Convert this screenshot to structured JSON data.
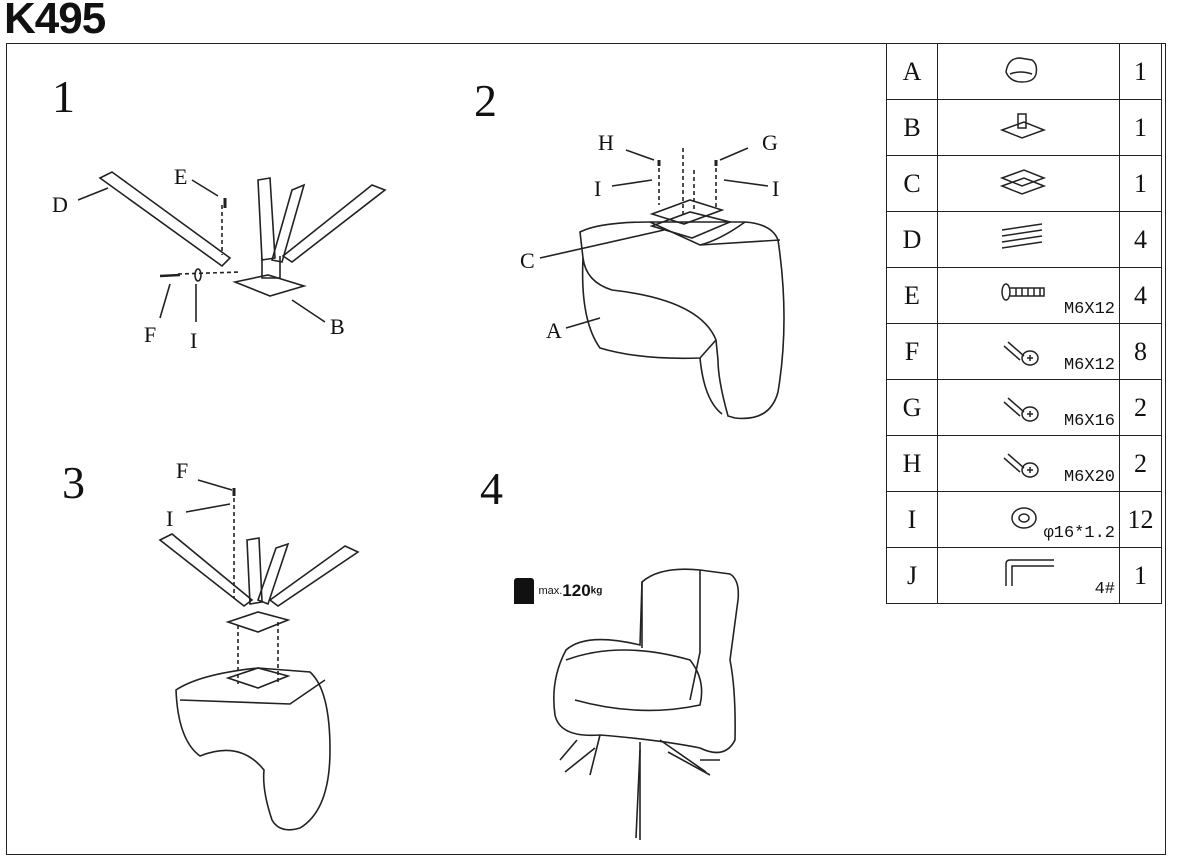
{
  "header": {
    "model": "K495"
  },
  "steps": [
    "1",
    "2",
    "3",
    "4"
  ],
  "labels": {
    "step1": {
      "D": "D",
      "E": "E",
      "F": "F",
      "I": "I",
      "B": "B"
    },
    "step2": {
      "H": "H",
      "G": "G",
      "I1": "I",
      "I2": "I",
      "C": "C",
      "A": "A"
    },
    "step3": {
      "F": "F",
      "I": "I"
    }
  },
  "weight": {
    "prefix": "max.",
    "value": "120",
    "unit": "kg"
  },
  "parts": [
    {
      "letter": "A",
      "icon": "chair-seat-icon",
      "spec": "",
      "qty": "1"
    },
    {
      "letter": "B",
      "icon": "base-plate-icon",
      "spec": "",
      "qty": "1"
    },
    {
      "letter": "C",
      "icon": "mount-plate-icon",
      "spec": "",
      "qty": "1"
    },
    {
      "letter": "D",
      "icon": "legs-icon",
      "spec": "",
      "qty": "4"
    },
    {
      "letter": "E",
      "icon": "long-bolt-icon",
      "spec": "M6X12",
      "qty": "4"
    },
    {
      "letter": "F",
      "icon": "bolt-icon",
      "spec": "M6X12",
      "qty": "8"
    },
    {
      "letter": "G",
      "icon": "bolt-icon",
      "spec": "M6X16",
      "qty": "2"
    },
    {
      "letter": "H",
      "icon": "bolt-icon",
      "spec": "M6X20",
      "qty": "2"
    },
    {
      "letter": "I",
      "icon": "washer-icon",
      "spec": "φ16*1.2",
      "qty": "12"
    },
    {
      "letter": "J",
      "icon": "allen-key-icon",
      "spec": "4#",
      "qty": "1"
    }
  ]
}
